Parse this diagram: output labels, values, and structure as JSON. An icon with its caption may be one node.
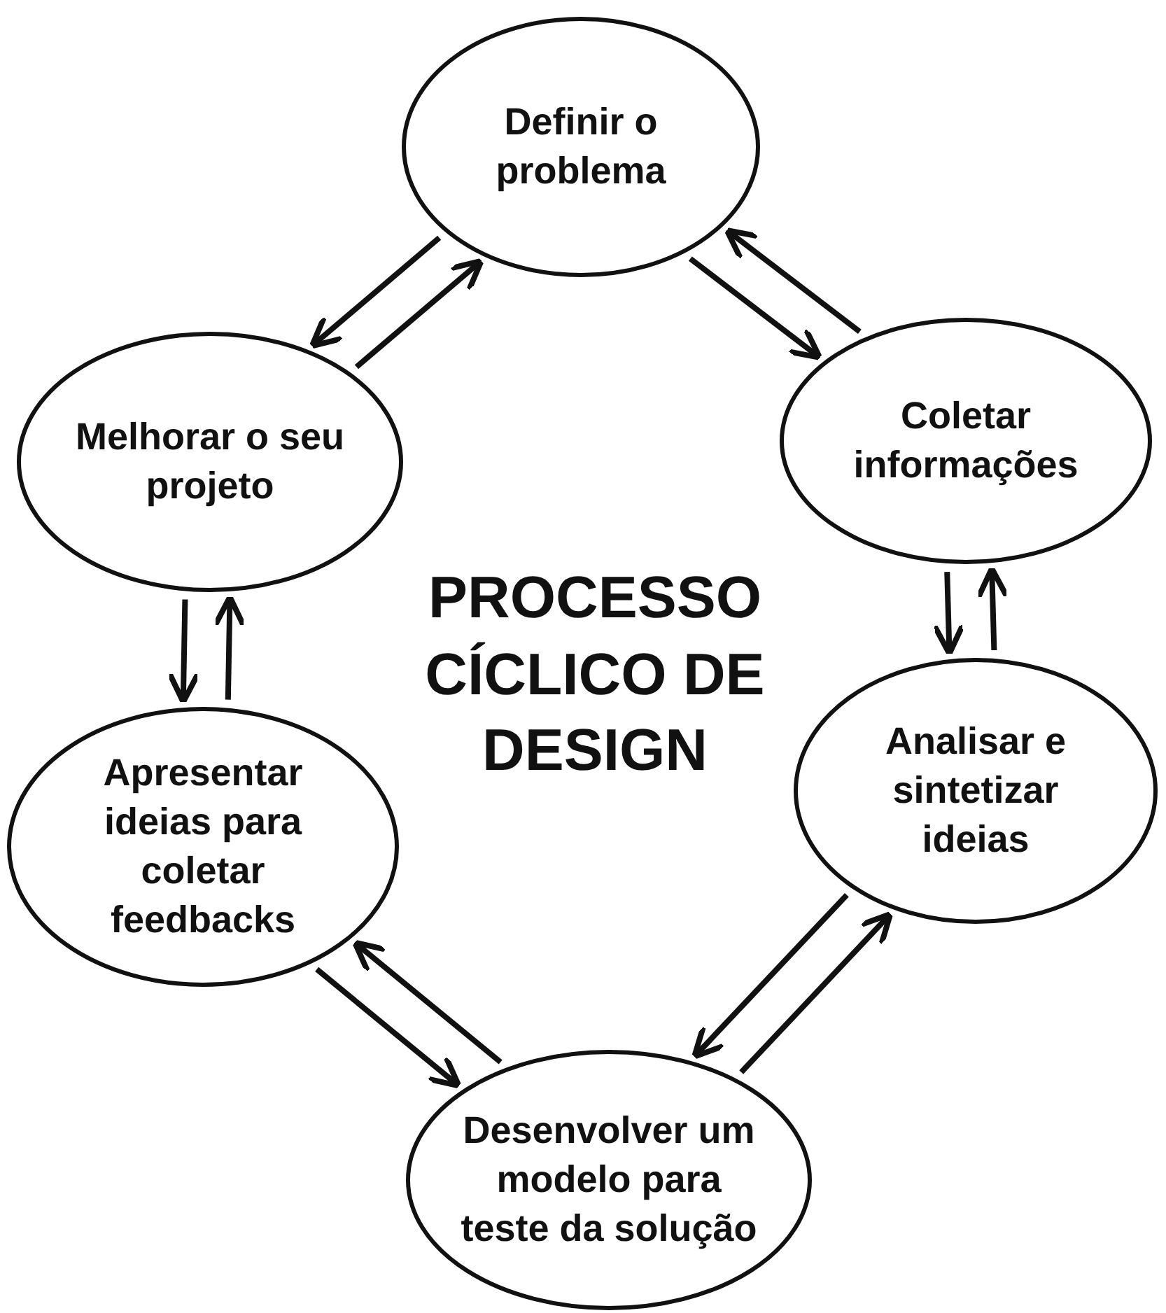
{
  "diagram": {
    "title": "PROCESSO CÍCLICO DE DESIGN",
    "nodes": [
      {
        "text": [
          "Definir o problema"
        ]
      },
      {
        "text": [
          "Coletar informações"
        ]
      },
      {
        "text": [
          "Analisar e sintetizar ideias"
        ]
      },
      {
        "text": [
          "Desenvolver um modelo para teste da solução"
        ]
      },
      {
        "text": [
          "Apresentar ideias para coletar feedbacks"
        ]
      },
      {
        "text": [
          "Melhorar o seu projeto"
        ]
      }
    ],
    "edges": [
      {
        "from": 0,
        "to": 1,
        "arrow": "to"
      },
      {
        "from": 1,
        "to": 0,
        "arrow": "to"
      },
      {
        "from": 1,
        "to": 2,
        "arrow": "to"
      },
      {
        "from": 2,
        "to": 1,
        "arrow": "to"
      },
      {
        "from": 2,
        "to": 3,
        "arrow": "to"
      },
      {
        "from": 3,
        "to": 2,
        "arrow": "to"
      },
      {
        "from": 3,
        "to": 4,
        "arrow": "to"
      },
      {
        "from": 4,
        "to": 3,
        "arrow": "to"
      },
      {
        "from": 4,
        "to": 5,
        "arrow": "to"
      },
      {
        "from": 5,
        "to": 4,
        "arrow": "to"
      },
      {
        "from": 5,
        "to": 0,
        "arrow": "to"
      },
      {
        "from": 0,
        "to": 5,
        "arrow": "to"
      }
    ]
  }
}
